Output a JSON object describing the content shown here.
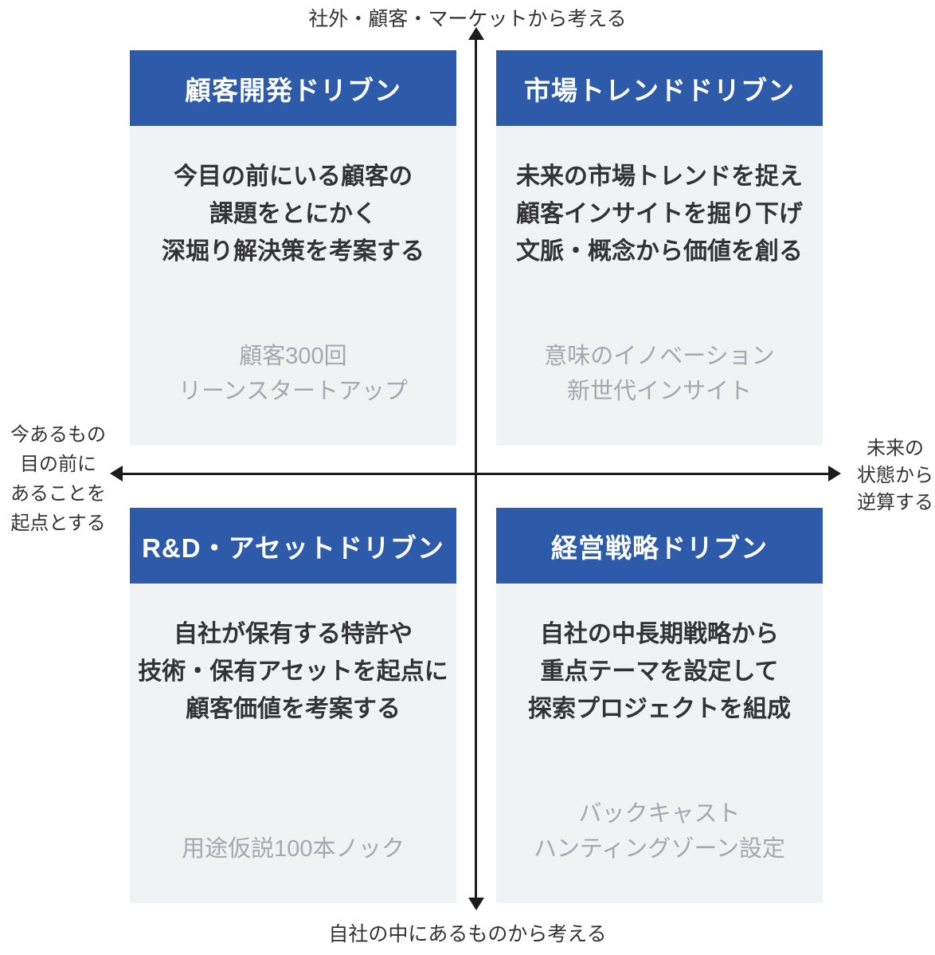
{
  "diagram_title": "2x2 matrix of new-business ideation driver types",
  "colors": {
    "header_blue": "#2d5ba9",
    "panel_gray": "#f1f2f4",
    "muted_text_gray": "#a5a8af",
    "dark_text": "#333333",
    "axis_black": "#1c1c1c"
  },
  "axes": {
    "top_label": "社外・顧客・マーケットから考える",
    "bottom_label": "自社の中にあるものから考える",
    "left_label_lines": [
      "今あるもの",
      "目の前に",
      "あることを",
      "起点とする"
    ],
    "right_label_lines": [
      "未来の",
      "状態から",
      "逆算する"
    ]
  },
  "quadrants": [
    {
      "position": "top-left",
      "title": "顧客開発ドリブン",
      "description_lines": [
        "今目の前にいる顧客の",
        "課題をとにかく",
        "深堀り解決策を考案する"
      ],
      "methods_lines": [
        "顧客300回",
        "リーンスタートアップ"
      ]
    },
    {
      "position": "top-right",
      "title": "市場トレンドドリブン",
      "description_lines": [
        "未来の市場トレンドを捉え",
        "顧客インサイトを掘り下げ",
        "文脈・概念から価値を創る"
      ],
      "methods_lines": [
        "意味のイノベーション",
        "新世代インサイト"
      ]
    },
    {
      "position": "bottom-left",
      "title": "R&D・アセットドリブン",
      "description_lines": [
        "自社が保有する特許や",
        "技術・保有アセットを起点に",
        "顧客価値を考案する"
      ],
      "methods_lines": [
        "用途仮説100本ノック"
      ]
    },
    {
      "position": "bottom-right",
      "title": "経営戦略ドリブン",
      "description_lines": [
        "自社の中長期戦略から",
        "重点テーマを設定して",
        "探索プロジェクトを組成"
      ],
      "methods_lines": [
        "バックキャスト",
        "ハンティングゾーン設定"
      ]
    }
  ]
}
